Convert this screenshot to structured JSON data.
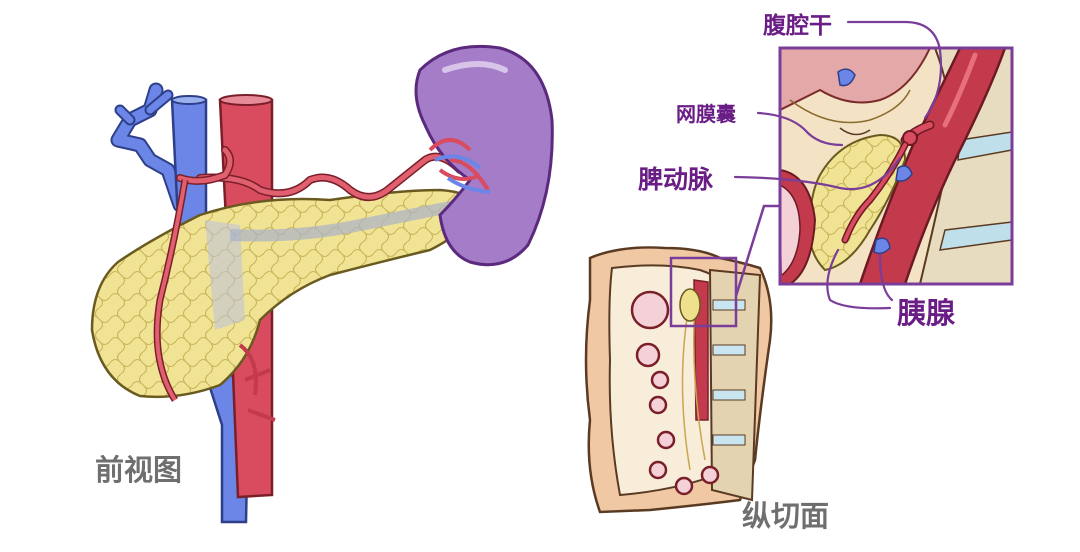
{
  "labels": {
    "celiac_trunk": "腹腔干",
    "omental_bursa": "网膜囊",
    "splenic_artery": "脾动脉",
    "pancreas": "胰腺",
    "front_view": "前视图",
    "sagittal_section": "纵切面"
  },
  "colors": {
    "label_purple": "#6b1d86",
    "caption_gray": "#6f6f6f",
    "pancreas_yellow": "#efe08e",
    "artery_red": "#d94b5e",
    "vein_blue": "#6b86e6",
    "spleen_purple": "#a47cc8"
  }
}
